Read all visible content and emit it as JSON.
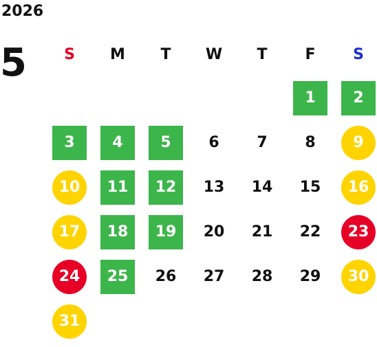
{
  "calendar": {
    "year": "2026",
    "month": "5",
    "weekdays": [
      {
        "label": "S",
        "color": "#e60026"
      },
      {
        "label": "M",
        "color": "#111111"
      },
      {
        "label": "T",
        "color": "#111111"
      },
      {
        "label": "W",
        "color": "#111111"
      },
      {
        "label": "T",
        "color": "#111111"
      },
      {
        "label": "F",
        "color": "#111111"
      },
      {
        "label": "S",
        "color": "#1a2fd6"
      }
    ],
    "first_weekday": "Friday",
    "style_colors": {
      "green": "#3cb54a",
      "yellow": "#ffd400",
      "red": "#e60026"
    },
    "days": [
      {
        "label": "1",
        "style": "green"
      },
      {
        "label": "2",
        "style": "green"
      },
      {
        "label": "3",
        "style": "green"
      },
      {
        "label": "4",
        "style": "green"
      },
      {
        "label": "5",
        "style": "green"
      },
      {
        "label": "6",
        "style": "plain"
      },
      {
        "label": "7",
        "style": "plain"
      },
      {
        "label": "8",
        "style": "plain"
      },
      {
        "label": "9",
        "style": "yellow"
      },
      {
        "label": "10",
        "style": "yellow"
      },
      {
        "label": "11",
        "style": "green"
      },
      {
        "label": "12",
        "style": "green"
      },
      {
        "label": "13",
        "style": "plain"
      },
      {
        "label": "14",
        "style": "plain"
      },
      {
        "label": "15",
        "style": "plain"
      },
      {
        "label": "16",
        "style": "yellow"
      },
      {
        "label": "17",
        "style": "yellow"
      },
      {
        "label": "18",
        "style": "green"
      },
      {
        "label": "19",
        "style": "green"
      },
      {
        "label": "20",
        "style": "plain"
      },
      {
        "label": "21",
        "style": "plain"
      },
      {
        "label": "22",
        "style": "plain"
      },
      {
        "label": "23",
        "style": "red"
      },
      {
        "label": "24",
        "style": "red"
      },
      {
        "label": "25",
        "style": "green"
      },
      {
        "label": "26",
        "style": "plain"
      },
      {
        "label": "27",
        "style": "plain"
      },
      {
        "label": "28",
        "style": "plain"
      },
      {
        "label": "29",
        "style": "plain"
      },
      {
        "label": "30",
        "style": "yellow"
      },
      {
        "label": "31",
        "style": "yellow"
      }
    ]
  }
}
